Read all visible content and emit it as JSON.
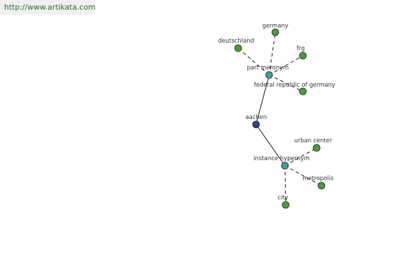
{
  "source": {
    "url": "http://www.artikata.com"
  },
  "graph": {
    "nodes": [
      {
        "id": "aachen",
        "label": "aachen",
        "kind": "center"
      },
      {
        "id": "part-meronym",
        "label": "part meronym",
        "kind": "relation"
      },
      {
        "id": "instance-hypernym",
        "label": "instance hypernym",
        "kind": "relation"
      },
      {
        "id": "germany",
        "label": "germany",
        "kind": "term"
      },
      {
        "id": "deutschland",
        "label": "deutschland",
        "kind": "term"
      },
      {
        "id": "frg",
        "label": "frg",
        "kind": "term"
      },
      {
        "id": "federal-republic-of-germany",
        "label": "federal republic of germany",
        "kind": "term"
      },
      {
        "id": "urban-center",
        "label": "urban center",
        "kind": "term"
      },
      {
        "id": "metropolis",
        "label": "metropolis",
        "kind": "term"
      },
      {
        "id": "city",
        "label": "city",
        "kind": "term"
      }
    ],
    "edges": [
      {
        "from": "aachen",
        "to": "part-meronym",
        "style": "solid"
      },
      {
        "from": "aachen",
        "to": "instance-hypernym",
        "style": "solid"
      },
      {
        "from": "part-meronym",
        "to": "germany",
        "style": "dashed"
      },
      {
        "from": "part-meronym",
        "to": "deutschland",
        "style": "dashed"
      },
      {
        "from": "part-meronym",
        "to": "frg",
        "style": "dashed"
      },
      {
        "from": "part-meronym",
        "to": "federal-republic-of-germany",
        "style": "dashed"
      },
      {
        "from": "instance-hypernym",
        "to": "urban-center",
        "style": "dashed"
      },
      {
        "from": "instance-hypernym",
        "to": "metropolis",
        "style": "dashed"
      },
      {
        "from": "instance-hypernym",
        "to": "city",
        "style": "dashed"
      }
    ],
    "colors": {
      "center": "#2e3f8f",
      "relation": "#4a9a9a",
      "term": "#4e9a3e"
    }
  }
}
